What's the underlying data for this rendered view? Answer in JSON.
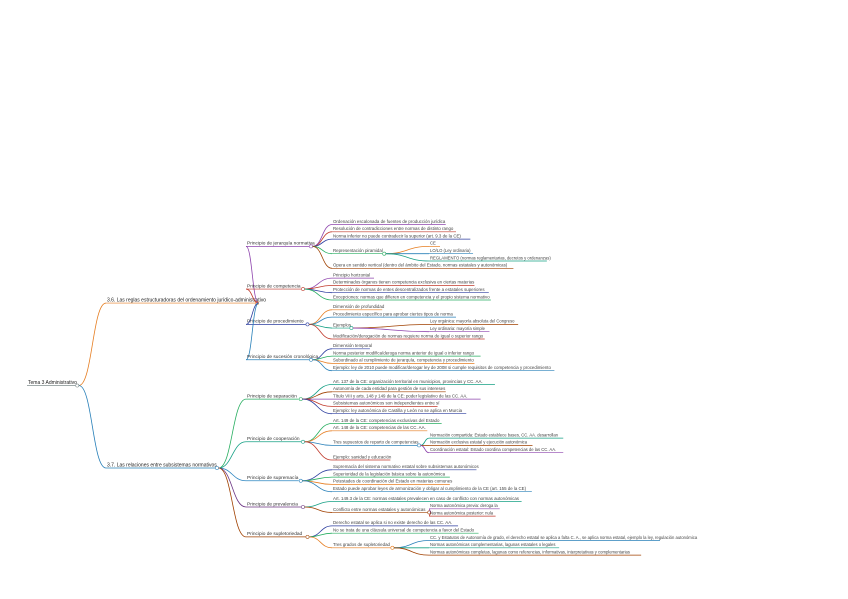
{
  "root": {
    "label": "Tema 3 Administrativo",
    "children": [
      {
        "label": "3.6. Las reglas estructuradoras del ordenamiento jurídico-administrativo",
        "children": [
          {
            "label": "Principio de jerarquía normativa",
            "color": "#8e44ad",
            "children": [
              {
                "label": "Ordenación escalonada de fuentes de producción jurídica"
              },
              {
                "label": "Resolución de contradicciones entre normas de distinto rango"
              },
              {
                "label": "Norma inferior no puede contradecir la superior (art. 9.3 de la CE)"
              },
              {
                "label": "Representación piramidal",
                "children": [
                  {
                    "label": "CE"
                  },
                  {
                    "label": "LO/LO (Ley ordinaria)"
                  },
                  {
                    "label": "REGLAMENTO (normas reglamentarias, decretos y ordenanzas)"
                  }
                ]
              },
              {
                "label": "Opera en sentido vertical (dentro del ámbito del Estado, normas estatales y autonómicas)"
              }
            ]
          },
          {
            "label": "Principio de competencia",
            "color": "#c0392b",
            "children": [
              {
                "label": "Principio horizontal"
              },
              {
                "label": "Determinados órganos tienen competencia exclusiva en ciertas materias"
              },
              {
                "label": "Protección de normas de entes descentralizados frente a estatales superiores"
              },
              {
                "label": "Excepciones: normas que difieren en competencia y el propio sistema normativo"
              }
            ]
          },
          {
            "label": "Principio de procedimiento",
            "color": "#2c3e9f",
            "children": [
              {
                "label": "Dimensión de profundidad"
              },
              {
                "label": "Procedimiento específico para aprobar ciertos tipos de norma"
              },
              {
                "label": "Ejemplos",
                "children": [
                  {
                    "label": "Ley orgánica: mayoría absoluta del Congreso"
                  },
                  {
                    "label": "Ley ordinaria: mayoría simple"
                  }
                ]
              },
              {
                "label": "Modificación/derogación de normas requiere norma de igual o superior rango"
              }
            ]
          },
          {
            "label": "Principio de sucesión cronológica",
            "color": "#2980b9",
            "children": [
              {
                "label": "Dimensión temporal"
              },
              {
                "label": "Norma posterior modifica/deroga norma anterior de igual o inferior rango"
              },
              {
                "label": "Subordinado al cumplimiento de jerarquía, competencia y procedimiento"
              },
              {
                "label": "Ejemplo: ley de 2010 puede modificar/derogar ley de 2008 si cumple requisitos de competencia y procedimiento"
              }
            ]
          }
        ]
      },
      {
        "label": "3.7. Las relaciones entre subsistemas normativos",
        "children": [
          {
            "label": "Principio de separación",
            "color": "#27ae60",
            "children": [
              {
                "label": "Art. 137 de la CE: organización territorial en municipios, provincias y CC. AA."
              },
              {
                "label": "Autonomía de cada entidad para gestión de sus intereses"
              },
              {
                "label": "Título VIII y arts. 148 y 149 de la CE: poder legislativo de las CC. AA."
              },
              {
                "label": "Subsistemas autonómicos son independientes entre sí"
              },
              {
                "label": "Ejemplo: ley autonómica de Castilla y León no se aplica en Murcia"
              }
            ]
          },
          {
            "label": "Principio de cooperación",
            "color": "#16a085",
            "children": [
              {
                "label": "Art. 149 de la CE: competencias exclusivas del Estado"
              },
              {
                "label": "Art. 148 de la CE: competencias de las CC. AA."
              },
              {
                "label": "Tres supuestos de reparto de competencias",
                "children": [
                  {
                    "label": "Normación compartida: Estado establece bases, CC. AA. desarrollan"
                  },
                  {
                    "label": "Normación exclusiva estatal y ejecución autonómica"
                  },
                  {
                    "label": "Coordinación estatal: Estado coordina competencias de las CC. AA."
                  }
                ]
              },
              {
                "label": "Ejemplo: sanidad y educación"
              }
            ]
          },
          {
            "label": "Principio de supremacía",
            "color": "#2e86c1",
            "children": [
              {
                "label": "Supremacía del sistema normativo estatal sobre subsistemas autonómicos"
              },
              {
                "label": "Superioridad de la legislación básica sobre la autonómica"
              },
              {
                "label": "Potestades de coordinación del Estado en materias comunes"
              },
              {
                "label": "Estado puede aprobar leyes de armonización y obligar al cumplimiento de la CE (art. 155 de la CE)"
              }
            ]
          },
          {
            "label": "Principio de prevalencia",
            "color": "#6c3483",
            "children": [
              {
                "label": "Art. 149.3 de la CE: normas estatales prevalecen en caso de conflicto con normas autonómicas"
              },
              {
                "label": "Conflicto entre normas estatales y autonómicas",
                "children": [
                  {
                    "label": "Norma autonómica previa: deroga la"
                  },
                  {
                    "label": "Norma autonómica posterior: nula"
                  }
                ]
              }
            ]
          },
          {
            "label": "Principio de supletoriedad",
            "color": "#a04000",
            "children": [
              {
                "label": "Derecho estatal se aplica si no existe derecho de las CC. AA."
              },
              {
                "label": "No se trata de una cláusula universal de competencia a favor del Estado"
              },
              {
                "label": "Tres grados de supletoriedad",
                "children": [
                  {
                    "label": "CC. y Estatutos de Autonomía de grado, el derecho estatal se aplica a falta C. A., se aplica norma estatal, ejemplo la ley, regulación autonómica"
                  },
                  {
                    "label": "Normas autonómicas complementarias, lagunas estatales o legales"
                  },
                  {
                    "label": "Normas autonómicas completas, lagunas como referencias, informativas, interpretativas y complementarias"
                  }
                ]
              }
            ]
          }
        ]
      }
    ]
  }
}
